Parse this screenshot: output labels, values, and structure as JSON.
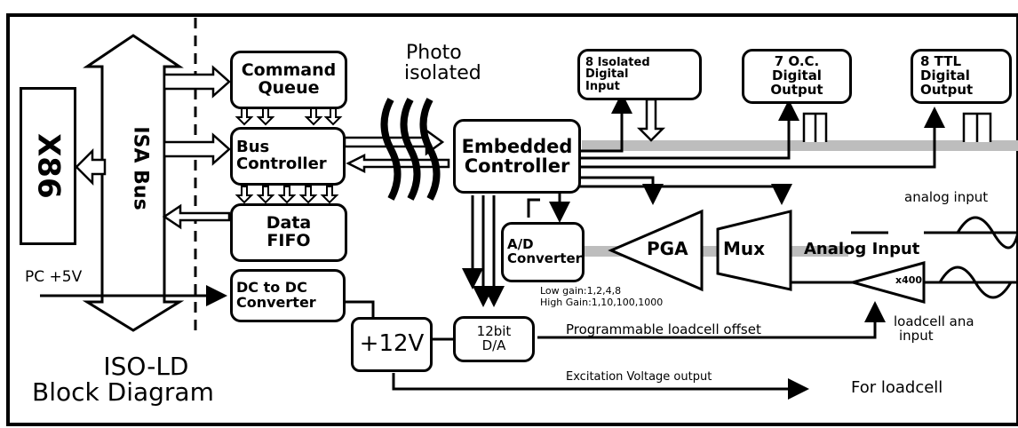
{
  "diagram": {
    "title_line1": "ISO-LD",
    "title_line2": "Block Diagram",
    "blocks": {
      "x86": "X86",
      "isa_bus": "ISA Bus",
      "command_queue": [
        "Command",
        "Queue"
      ],
      "bus_controller": [
        "Bus",
        "Controller"
      ],
      "data_fifo": [
        "Data",
        "FIFO"
      ],
      "dc_dc": [
        "DC to DC",
        "Converter"
      ],
      "embedded_controller": [
        "Embedded",
        "Controller"
      ],
      "ad_converter": [
        "A/D",
        "Converter"
      ],
      "pga": "PGA",
      "mux": "Mux",
      "gain400": "x400",
      "dac": [
        "12bit",
        "D/A"
      ],
      "v12": "+12V",
      "isolated_di": [
        "8 Isolated",
        "Digital",
        "Input"
      ],
      "oc_do": [
        "7 O.C.",
        "Digital",
        "Output"
      ],
      "ttl_do": [
        "8 TTL",
        "Digital",
        "Output"
      ]
    },
    "labels": {
      "photo_isolated": [
        "Photo",
        "isolated"
      ],
      "pc_5v": "PC +5V",
      "analog_input_header": "Analog Input",
      "analog_input_side": "analog input",
      "loadcell_side": [
        "loadcell ana",
        "input"
      ],
      "gain_low": "Low gain:1,2,4,8",
      "gain_high": "High Gain:1,10,100,1000",
      "prog_offset": "Programmable loadcell offset",
      "excitation": "Excitation Voltage output",
      "for_loadcell": "For loadcell"
    }
  }
}
